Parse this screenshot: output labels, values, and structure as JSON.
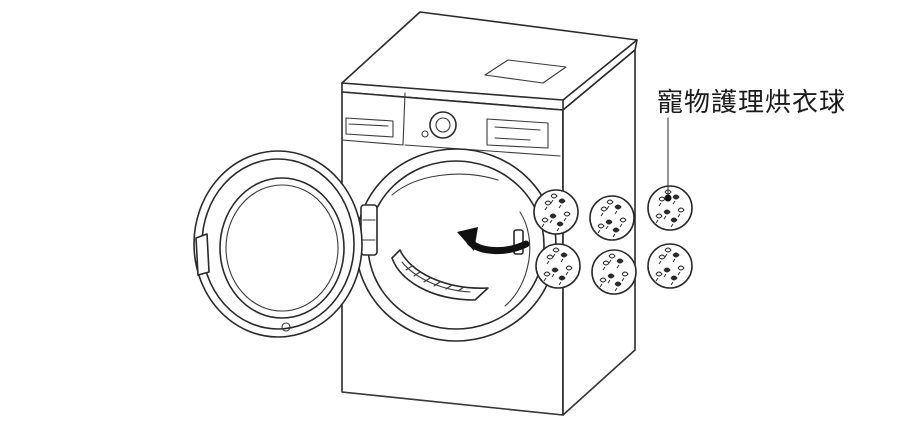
{
  "callout": {
    "label": "寵物護理烘衣球"
  },
  "colors": {
    "line": "#2a2a2a",
    "arrow": "#111111",
    "background": "#ffffff"
  },
  "icons": {
    "dryer": "washer-dryer-illustration",
    "ball": "dryer-ball-icon",
    "arrow": "curved-arrow-icon"
  },
  "balls": {
    "count": 6
  }
}
